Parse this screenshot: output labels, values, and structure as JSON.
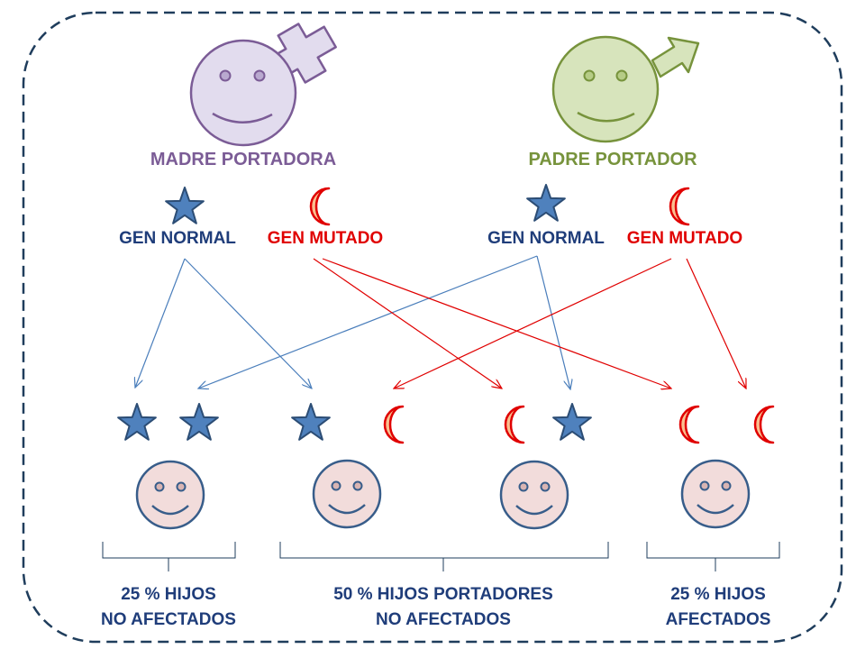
{
  "parents": {
    "mother": {
      "label": "MADRE PORTADORA",
      "color": "#7B5C96"
    },
    "father": {
      "label": "PADRE PORTADOR",
      "color": "#77933C"
    }
  },
  "genes": {
    "mother_normal": {
      "label": "GEN NORMAL",
      "icon": "star-icon"
    },
    "mother_mutated": {
      "label": "GEN MUTADO",
      "icon": "crescent-icon"
    },
    "father_normal": {
      "label": "GEN NORMAL",
      "icon": "star-icon"
    },
    "father_mutated": {
      "label": "GEN MUTADO",
      "icon": "crescent-icon"
    }
  },
  "groups": {
    "unaffected": {
      "line1": "25 % HIJOS",
      "line2": "NO AFECTADOS"
    },
    "carriers": {
      "line1": "50 % HIJOS PORTADORES",
      "line2": "NO AFECTADOS"
    },
    "affected": {
      "line1": "25 % HIJOS",
      "line2": "AFECTADOS"
    }
  },
  "colors": {
    "normal_gene": "#1F3D7A",
    "mutated_gene": "#E00000",
    "star_fill": "#4F81BD",
    "crescent_fill": "#FAC090",
    "child_face": "#F2DCDB",
    "border": "#1F3D5C"
  }
}
